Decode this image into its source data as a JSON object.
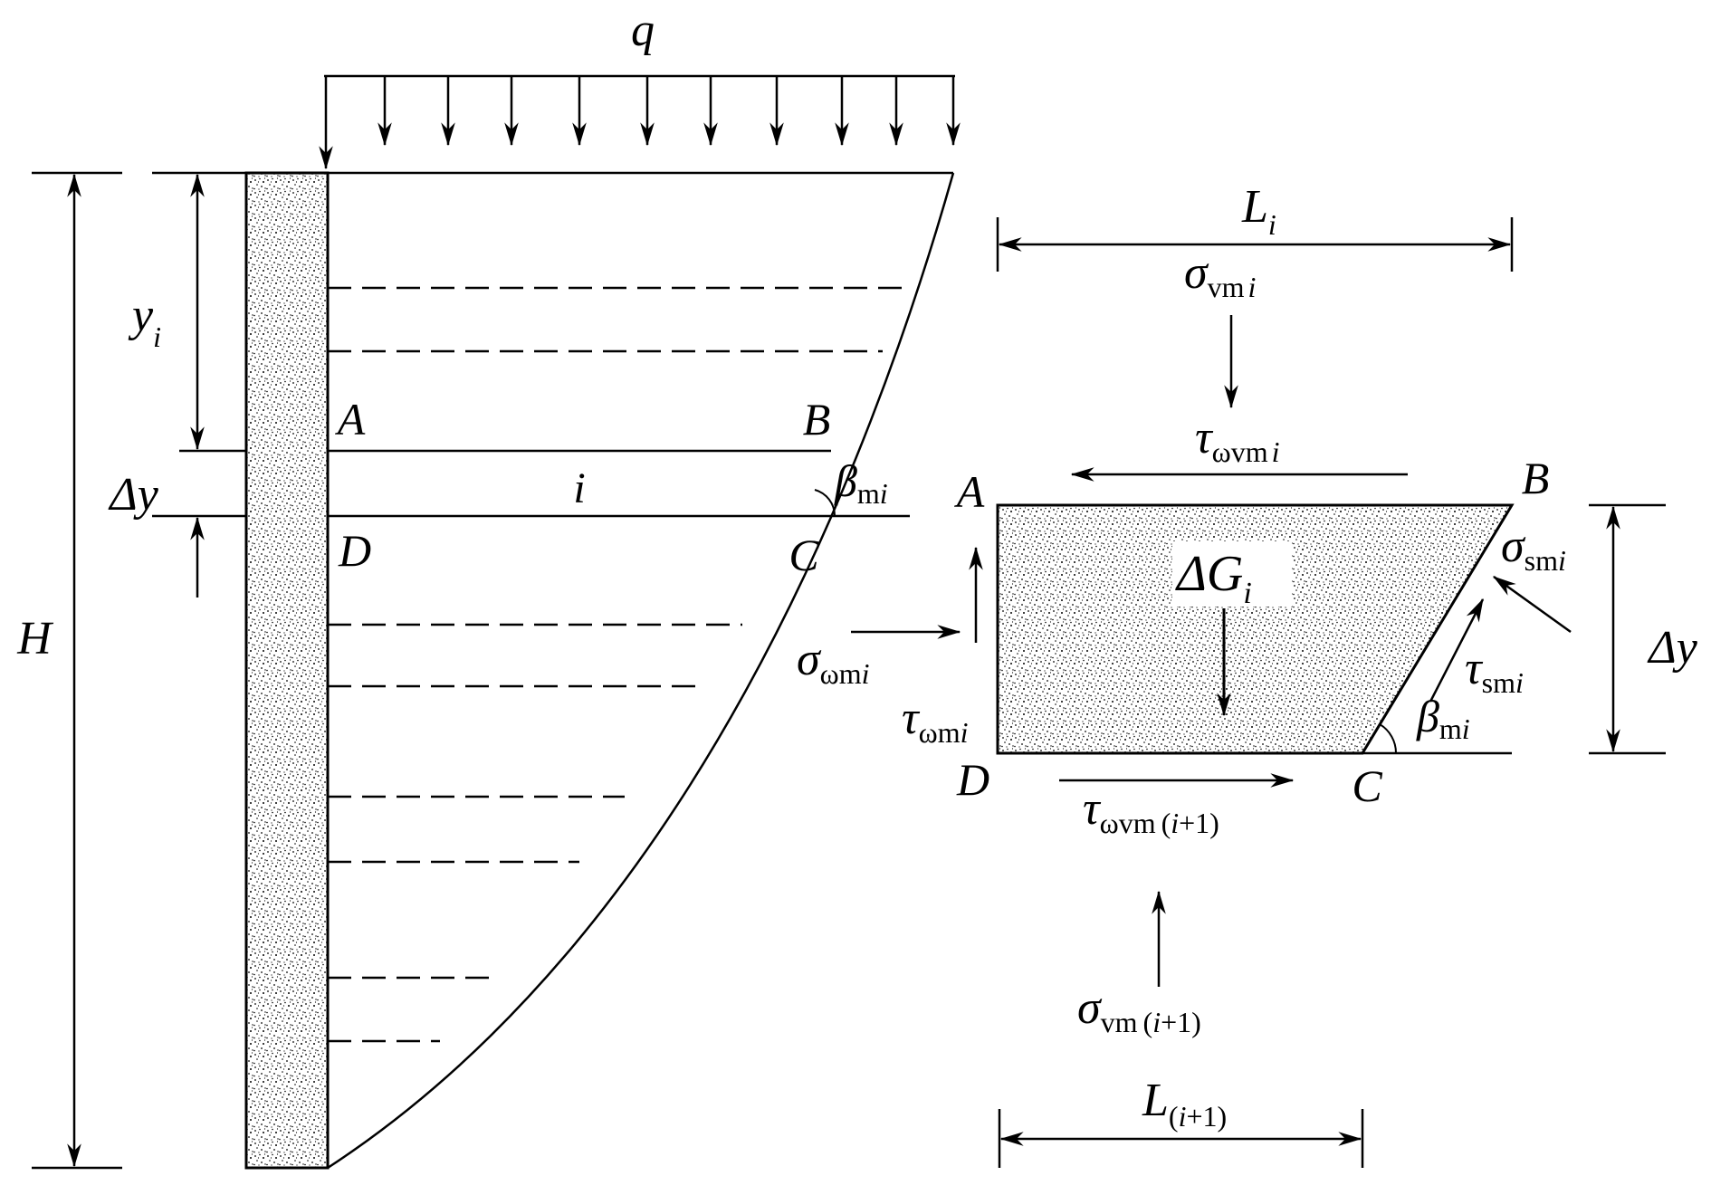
{
  "left_figure": {
    "load_label": "q",
    "height_label": "H",
    "depth_label": "y",
    "depth_label_sub": "i",
    "thickness_label": "Δy",
    "slice_label": "i",
    "corner_a": "A",
    "corner_b": "B",
    "corner_c": "C",
    "corner_d": "D",
    "angle_label": "β",
    "angle_label_sub_m": "m",
    "angle_label_sub_i": "i"
  },
  "right_figure": {
    "top_width": {
      "main": "L",
      "sub": "i"
    },
    "bottom_width": {
      "main": "L",
      "sub_open": "(",
      "sub_i": "i",
      "sub_close": "+1)"
    },
    "sigma_v_top": {
      "main": "σ",
      "sub": "vm",
      "sub_i": "i"
    },
    "sigma_v_bottom": {
      "main": "σ",
      "sub": "vm",
      "sub_open": "(",
      "sub_i": "i",
      "sub_close": "+1)"
    },
    "tau_top": {
      "main": "τ",
      "sub": "ωvm",
      "sub_i": "i"
    },
    "tau_bottom": {
      "main": "τ",
      "sub": "ωvm",
      "sub_open": "(",
      "sub_i": "i",
      "sub_close": "+1)"
    },
    "sigma_wall": {
      "main": "σ",
      "sub": "ωm",
      "sub_i": "i"
    },
    "tau_wall": {
      "main": "τ",
      "sub": "ωm",
      "sub_i": "i"
    },
    "sigma_slip": {
      "main": "σ",
      "sub": "sm",
      "sub_i": "i"
    },
    "tau_slip": {
      "main": "τ",
      "sub": "sm",
      "sub_i": "i"
    },
    "weight": {
      "main": "ΔG",
      "sub": "i"
    },
    "thickness_label": "Δy",
    "angle": {
      "main": "β",
      "sub": "m",
      "sub_i": "i"
    },
    "corner_a": "A",
    "corner_b": "B",
    "corner_c": "C",
    "corner_d": "D"
  }
}
